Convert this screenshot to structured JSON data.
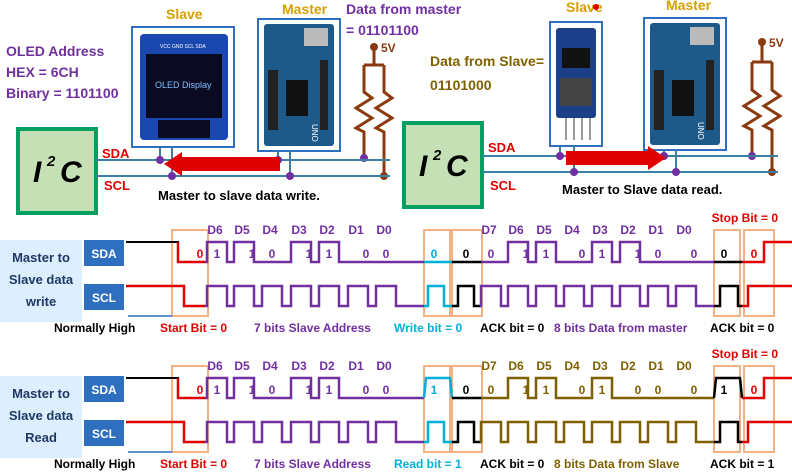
{
  "top": {
    "left_labels": {
      "oled_address": "OLED Address",
      "hex": "HEX = 6CH",
      "binary": "Binary = 1101100"
    },
    "slave_label": "Slave",
    "master_label": "Master",
    "oled_display_text": "OLED Display",
    "oled_pins": "VCC GND SCL SDA",
    "data_from_master_1": "Data from master",
    "data_from_master_2": "= 01101100",
    "voltage": "5V",
    "i2c_main": "I",
    "i2c_exp": "2",
    "i2c_tail": "C",
    "sda": "SDA",
    "scl": "SCL",
    "master_to_slave_caption": "Master to slave data write.",
    "slave2_label": "Slave",
    "master2_label": "Master",
    "data_from_slave_1": "Data from Slave=",
    "data_from_slave_2": "01101000",
    "voltage2": "5V",
    "master_to_slave_read_caption": "Master to Slave data read.",
    "uno": "UNO"
  },
  "write_section": {
    "side_label": [
      "Master to",
      "Slave data",
      "write"
    ],
    "sda": "SDA",
    "scl": "SCL",
    "addr_bits": [
      "D6",
      "D5",
      "D4",
      "D3",
      "D2",
      "D1",
      "D0"
    ],
    "data_bits": [
      "D7",
      "D6",
      "D5",
      "D4",
      "D3",
      "D2",
      "D1",
      "D0"
    ],
    "start_value": "0",
    "addr_values": [
      "1",
      "1",
      "0",
      "1",
      "1",
      "0",
      "0"
    ],
    "rw_value": "0",
    "ack1_value": "0",
    "data_values": [
      "0",
      "1",
      "1",
      "0",
      "1",
      "1",
      "0",
      "0"
    ],
    "ack2_value": "0",
    "stop_value": "0",
    "stop_label": "Stop Bit = 0",
    "normally_high": "Normally High",
    "start_bit": "Start Bit = 0",
    "addr_caption": "7 bits Slave Address",
    "rw_caption": "Write bit = 0",
    "ack_caption": "ACK bit = 0",
    "data_caption": "8 bits Data from master",
    "ack2_caption": "ACK bit = 0"
  },
  "read_section": {
    "side_label": [
      "Master to",
      "Slave data",
      "Read"
    ],
    "sda": "SDA",
    "scl": "SCL",
    "addr_bits": [
      "D6",
      "D5",
      "D4",
      "D3",
      "D2",
      "D1",
      "D0"
    ],
    "data_bits": [
      "D7",
      "D6",
      "D5",
      "D4",
      "D3",
      "D2",
      "D1",
      "D0"
    ],
    "start_value": "0",
    "addr_values": [
      "1",
      "1",
      "0",
      "1",
      "1",
      "0",
      "0"
    ],
    "rw_value": "1",
    "ack1_value": "0",
    "data_values": [
      "0",
      "1",
      "1",
      "0",
      "1",
      "0",
      "0",
      "0"
    ],
    "ack2_value": "1",
    "stop_value": "0",
    "stop_label": "Stop Bit = 0",
    "normally_high": "Normally High",
    "start_bit": "Start Bit = 0",
    "addr_caption": "7 bits Slave Address",
    "rw_caption": "Read bit = 1",
    "ack_caption": "ACK bit = 0",
    "data_caption": "8 bits Data from Slave",
    "ack2_caption": "ACK bit = 1"
  },
  "colors": {
    "purple": "#7030a0",
    "red": "#e00000",
    "cyan": "#00b0d8",
    "olive": "#7f6000",
    "navy": "#203864",
    "blue_box": "#2f6fbf",
    "side_box": "#ddeeff",
    "i2c_box": "#c5e0b4",
    "i2c_border": "#00a060",
    "orange_box": "#f4b183",
    "gold_label": "#d4a000",
    "resistor": "#8b3a0f",
    "teal_line": "#3c7fa0"
  }
}
